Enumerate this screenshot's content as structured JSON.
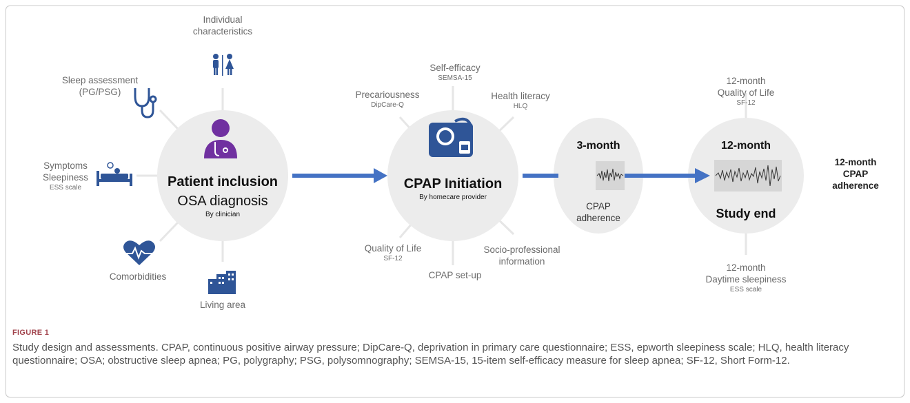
{
  "colors": {
    "arrow": "#4472c4",
    "node_fill": "#ececec",
    "spoke": "#e6e6e6",
    "icon_purple": "#7030a0",
    "icon_blue": "#2f5597",
    "caption_label": "#a2444d"
  },
  "inclusion": {
    "title": "Patient inclusion",
    "subtitle": "OSA diagnosis",
    "note": "By clinician",
    "labels": {
      "individual": "Individual\ncharacteristics",
      "sleep": "Sleep assessment\n(PG/PSG)",
      "symptoms": "Symptoms\nSleepiness",
      "symptoms_sub": "ESS scale",
      "comorbidities": "Comorbidities",
      "living": "Living area"
    }
  },
  "initiation": {
    "title": "CPAP Initiation",
    "note": "By homecare provider",
    "labels": {
      "precariousness": "Precariousness",
      "precariousness_sub": "DipCare-Q",
      "self_efficacy": "Self-efficacy",
      "self_efficacy_sub": "SEMSA-15",
      "health_literacy": "Health literacy",
      "health_literacy_sub": "HLQ",
      "qol": "Quality of Life",
      "qol_sub": "SF-12",
      "setup": "CPAP set-up",
      "socio": "Socio-professional\ninformation"
    }
  },
  "month3": {
    "title": "3-month",
    "label": "CPAP\nadherence"
  },
  "month12": {
    "title": "12-month",
    "subtitle": "Study end",
    "top_label": "12-month\nQuality of Life",
    "top_sub": "SF-12",
    "bottom_label": "12-month\nDaytime sleepiness",
    "bottom_sub": "ESS scale"
  },
  "final": {
    "label": "12-month\nCPAP\nadherence"
  },
  "figure_label": "FIGURE 1",
  "caption": "Study design and assessments. CPAP, continuous positive airway pressure; DipCare-Q, deprivation in primary care questionnaire; ESS, epworth sleepiness scale; HLQ, health literacy questionnaire; OSA; obstructive sleep apnea; PG, polygraphy; PSG, polysomnography; SEMSA-15, 15-item self-efficacy measure for sleep apnea; SF-12, Short Form-12."
}
